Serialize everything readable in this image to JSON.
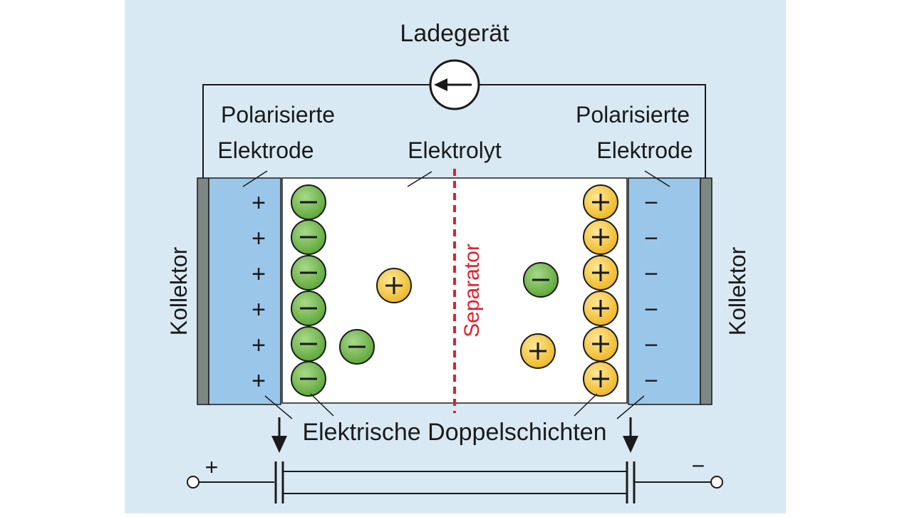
{
  "labels": {
    "charger": "Ladegerät",
    "electrode_left_line1": "Polarisierte",
    "electrode_left_line2": "Elektrode",
    "electrode_right_line1": "Polarisierte",
    "electrode_right_line2": "Elektrode",
    "electrolyte": "Elektrolyt",
    "separator": "Separator",
    "collector_left": "Kollektor",
    "collector_right": "Kollektor",
    "double_layers": "Elektrische Doppelschichten",
    "terminal_plus": "+",
    "terminal_minus": "−"
  },
  "symbols": {
    "plus": "+",
    "minus": "−"
  },
  "colors": {
    "background": "#d9e9f3",
    "electrode": "#9ac6ea",
    "collector": "#7f8784",
    "anion": "#6fb548",
    "cation": "#f3c943",
    "separator": "#e4202a",
    "line": "#1a1a1a"
  }
}
